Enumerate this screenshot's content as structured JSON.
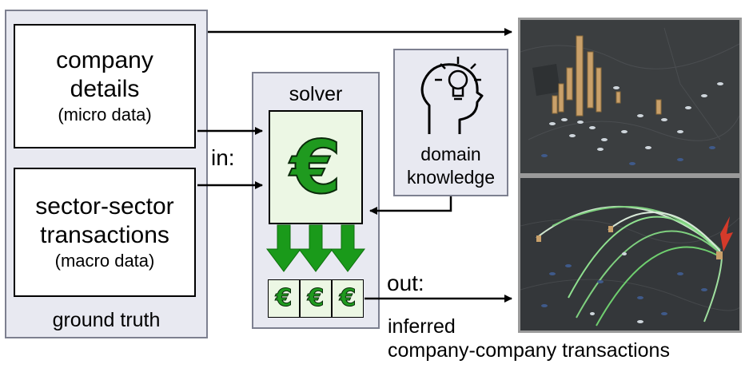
{
  "ground_truth": {
    "label": "ground truth",
    "company_details": {
      "line1": "company",
      "line2": "details",
      "sub": "(micro data)"
    },
    "sector_transactions": {
      "line1": "sector-sector",
      "line2": "transactions",
      "sub": "(macro data)"
    }
  },
  "flow": {
    "in_label": "in:",
    "out_label": "out:"
  },
  "solver": {
    "label": "solver",
    "big_symbol": "€",
    "small_symbols": [
      "€",
      "€",
      "€"
    ]
  },
  "domain_knowledge": {
    "line1": "domain",
    "line2": "knowledge"
  },
  "output": {
    "line1": "inferred",
    "line2": "company-company transactions"
  },
  "colors": {
    "panel": "#e8e9f1",
    "euro_green": "#1f9a1f",
    "arrow_green": "#1a9a1a",
    "map_dark": "#3a3d3f"
  }
}
